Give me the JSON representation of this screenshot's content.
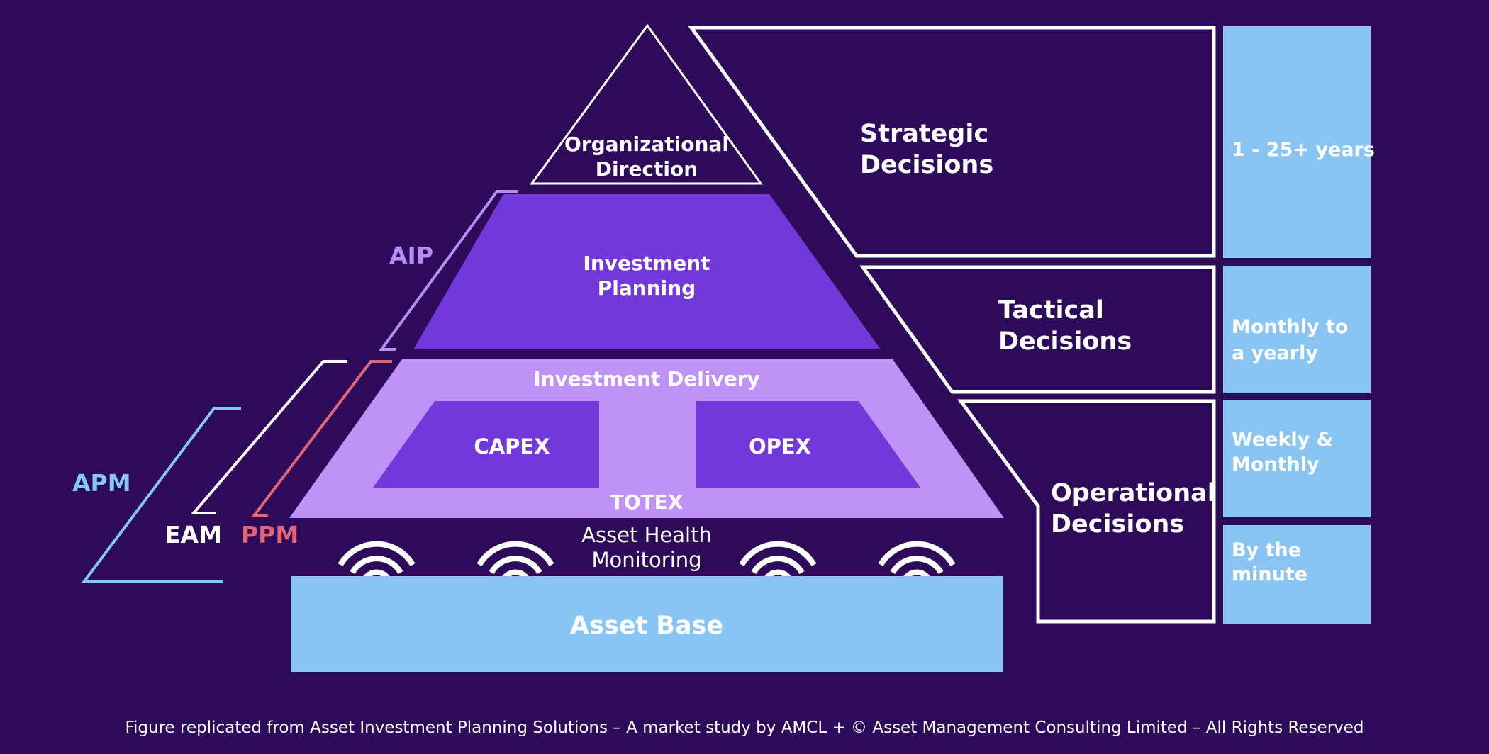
{
  "pyramid": {
    "apex": {
      "line1": "Organizational",
      "line2": "Direction"
    },
    "investment_planning": {
      "line1": "Investment",
      "line2": "Planning"
    },
    "investment_delivery": {
      "title": "Investment Delivery",
      "capex": "CAPEX",
      "opex": "OPEX",
      "totex": "TOTEX"
    },
    "asset_health": {
      "line1": "Asset Health",
      "line2": "Monitoring"
    },
    "asset_base": "Asset Base"
  },
  "brackets": {
    "aip": "AIP",
    "apm": "APM",
    "eam": "EAM",
    "ppm": "PPM"
  },
  "decisions": {
    "strategic": {
      "line1": "Strategic",
      "line2": "Decisions"
    },
    "tactical": {
      "line1": "Tactical",
      "line2": "Decisions"
    },
    "operational": {
      "line1": "Operational",
      "line2": "Decisions"
    }
  },
  "timeframes": {
    "strategic": {
      "line1": "1 - 25+ years",
      "line2": ""
    },
    "tactical": {
      "line1": "Monthly to",
      "line2": "a yearly"
    },
    "weekly": {
      "line1": "Weekly &",
      "line2": "Monthly"
    },
    "minute": {
      "line1": "By the",
      "line2": "minute"
    }
  },
  "footer": "Figure replicated from Asset Investment Planning Solutions – A market study by AMCL + © Asset Management Consulting Limited – All Rights Reserved",
  "colors": {
    "background": "#2e0b5a",
    "planning": "#7338d9",
    "delivery": "#bf92f5",
    "light_blue": "#88c5f2",
    "aip": "#b48ef2",
    "apm": "#88c5f2",
    "ppm": "#e06677",
    "outline": "#ffffff"
  }
}
